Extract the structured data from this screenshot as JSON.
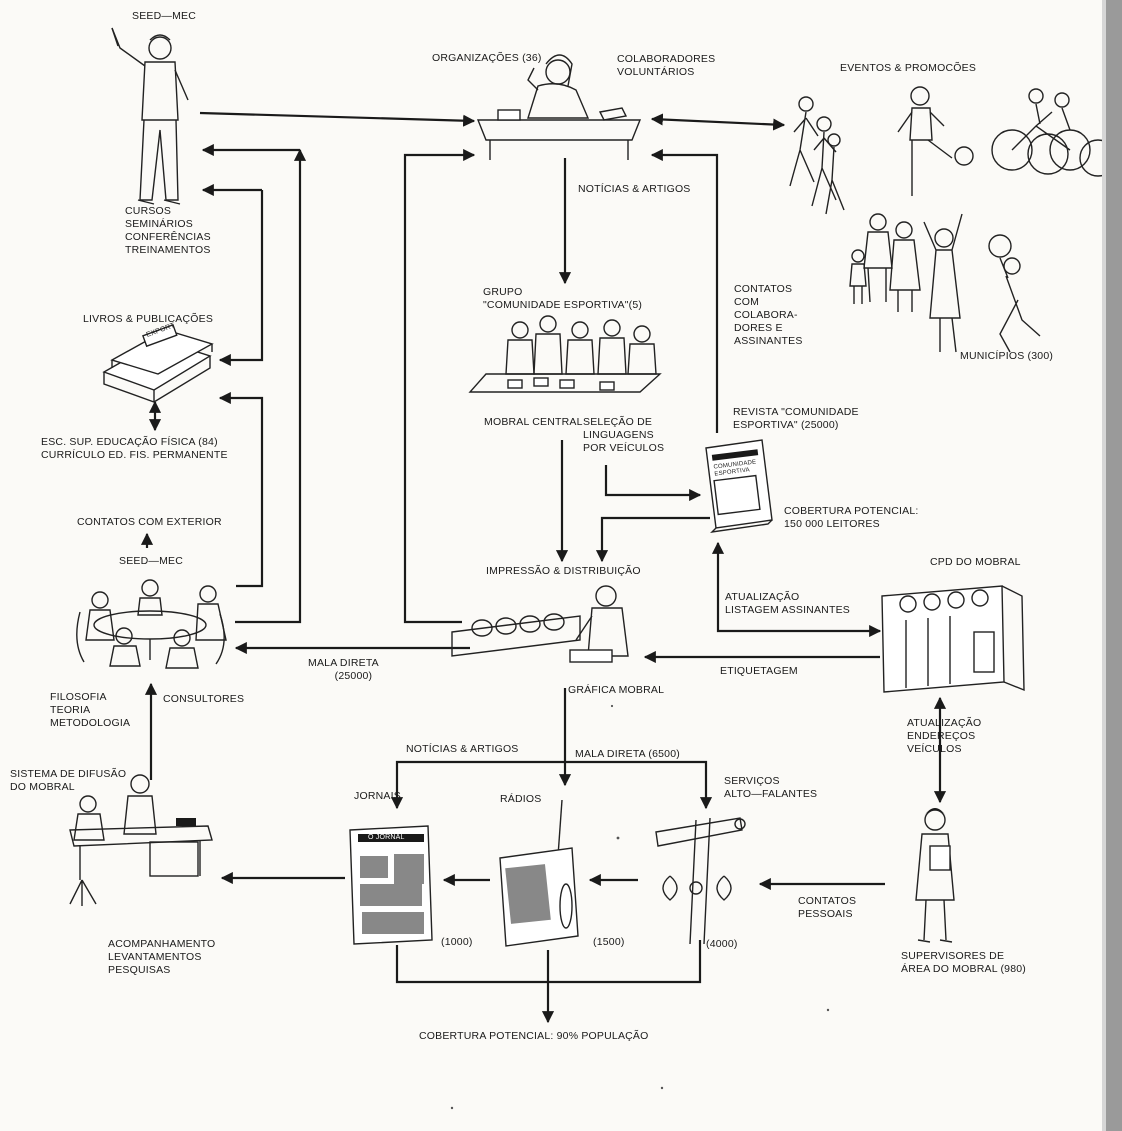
{
  "labels": {
    "seed_mec_top": "SEED—MEC",
    "organizacoes": "ORGANIZAÇÕES (36)",
    "colaboradores": [
      "COLABORADORES",
      "VOLUNTÁRIOS"
    ],
    "eventos": "EVENTOS & PROMOCÕES",
    "noticias_artigos_top": "NOTÍCIAS & ARTIGOS",
    "cursos": [
      "CURSOS",
      "SEMINÁRIOS",
      "CONFERÊNCIAS",
      "TREINAMENTOS"
    ],
    "livros": "LIVROS & PUBLICAÇÕES",
    "grupo": [
      "GRUPO",
      "\"COMUNIDADE ESPORTIVA\"(5)"
    ],
    "contatos_colab": [
      "CONTATOS",
      "COM",
      "COLABORA-",
      "DORES E",
      "ASSINANTES"
    ],
    "municipios": "MUNICÍPIOS (300)",
    "esc_sup": [
      "ESC. SUP. EDUCAÇÃO FÍSICA (84)",
      "CURRÍCULO ED. FIS. PERMANENTE"
    ],
    "mobral_central": "MOBRAL CENTRAL",
    "selecao": [
      "SELEÇÃO DE",
      "LINGUAGENS",
      "POR VEÍCULOS"
    ],
    "revista": [
      "REVISTA \"COMUNIDADE",
      "ESPORTIVA\" (25000)"
    ],
    "cobertura_leitores": [
      "COBERTURA POTENCIAL:",
      "150 000 LEITORES"
    ],
    "contatos_exterior": "CONTATOS COM EXTERIOR",
    "seed_mec_mid": "SEED—MEC",
    "impressao": "IMPRESSÃO & DISTRIBUIÇÃO",
    "cpd": "CPD DO MOBRAL",
    "atualizacao_listagem": [
      "ATUALIZAÇÃO",
      "LISTAGEM ASSINANTES"
    ],
    "mala_direta_25000": [
      "MALA DIRETA",
      "(25000)"
    ],
    "etiquetagem": "ETIQUETAGEM",
    "grafica": "GRÁFICA MOBRAL",
    "filosofia": [
      "FILOSOFIA",
      "TEORIA",
      "METODOLOGIA"
    ],
    "consultores": "CONSULTORES",
    "atualizacao_enderecos": [
      "ATUALIZAÇÃO",
      "ENDEREÇOS",
      "VEÍCULOS"
    ],
    "noticias_artigos_bottom": "NOTÍCIAS & ARTIGOS",
    "mala_direta_6500": "MALA DIRETA (6500)",
    "sistema_difusao": [
      "SISTEMA DE DIFUSÃO",
      "DO MOBRAL"
    ],
    "jornais": "JORNAIS",
    "radios": "RÁDIOS",
    "servicos": [
      "SERVIÇOS",
      "ALTO—FALANTES"
    ],
    "contatos_pessoais": [
      "CONTATOS",
      "PESSOAIS"
    ],
    "count_1000": "(1000)",
    "count_1500": "(1500)",
    "count_4000": "(4000)",
    "acompanhamento": [
      "ACOMPANHAMENTO",
      "LEVANTAMENTOS",
      "PESQUISAS"
    ],
    "supervisores": [
      "SUPERVISORES DE",
      "ÁREA DO MOBRAL (980)"
    ],
    "cobertura_populacao": "COBERTURA POTENCIAL: 90% POPULAÇÃO"
  },
  "illustration_text": {
    "book_cover": "EXPORT",
    "magazine_cover": [
      "COMUNIDADE",
      "ESPORTIVA"
    ],
    "newspaper_mast": "O JORNAL"
  },
  "icons": [
    "lecturer-figure-icon",
    "desk-worker-icon",
    "runners-icon",
    "cyclists-icon",
    "ball-players-icon",
    "family-group-icon",
    "books-icon",
    "group-meeting-icon",
    "magazine-icon",
    "round-table-meeting-icon",
    "printing-press-icon",
    "computer-cpd-icon",
    "office-desk-icon",
    "newspaper-icon",
    "radio-icon",
    "loudspeaker-icon",
    "supervisor-woman-icon"
  ],
  "colors": {
    "ink": "#1a1a1a",
    "paper": "#fbfaf7"
  }
}
